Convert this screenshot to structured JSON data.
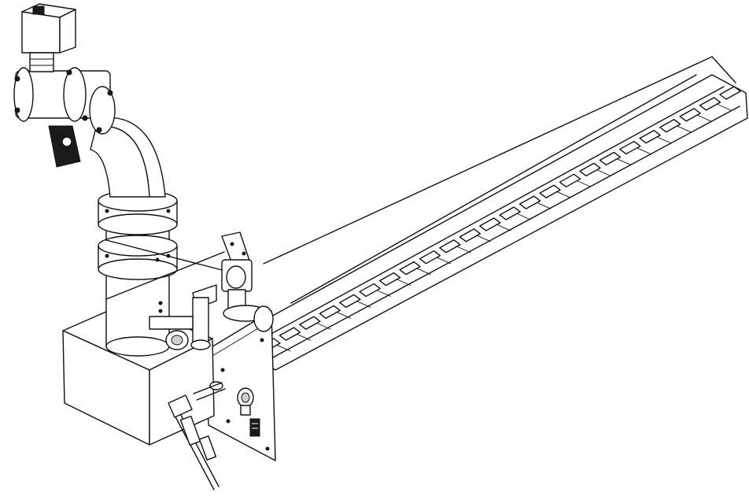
{
  "drawing": {
    "line_color": "#111111",
    "background": "#ffffff",
    "style": "black-and-white isometric line drawing",
    "components": [
      "solenoid-valve",
      "flanged-valve",
      "pipe-elbow",
      "vertical-pipe",
      "housing-box",
      "mounting-plate",
      "pilot-valve-assembly",
      "ignition-rod",
      "perforated-burner-tube",
      "tension-rod"
    ]
  }
}
